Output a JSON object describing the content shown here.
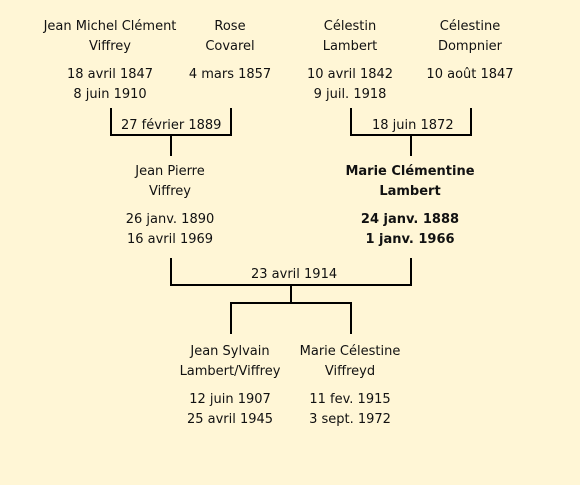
{
  "grandparents": [
    {
      "name_line1": "Jean Michel Clément",
      "name_line2": "Viffrey",
      "birth": "18 avril 1847",
      "death": "8 juin 1910"
    },
    {
      "name_line1": "Rose",
      "name_line2": "Covarel",
      "birth": "4 mars 1857",
      "death": ""
    },
    {
      "name_line1": "Célestin",
      "name_line2": "Lambert",
      "birth": "10 avril 1842",
      "death": "9 juil. 1918"
    },
    {
      "name_line1": "Célestine",
      "name_line2": "Dompnier",
      "birth": "10 août 1847",
      "death": ""
    }
  ],
  "marriages": {
    "paternal_grandparents": "27 février 1889",
    "maternal_grandparents": "18 juin 1872",
    "parents": "23 avril 1914"
  },
  "parents": [
    {
      "name_line1": "Jean Pierre",
      "name_line2": "Viffrey",
      "birth": "26 janv. 1890",
      "death": "16 avril 1969"
    },
    {
      "name_line1": "Marie Clémentine",
      "name_line2": "Lambert",
      "birth": "24 janv. 1888",
      "death": "1 janv. 1966"
    }
  ],
  "children": [
    {
      "name_line1": "Jean Sylvain",
      "name_line2": "Lambert/Viffrey",
      "birth": "12 juin 1907",
      "death": "25 avril 1945"
    },
    {
      "name_line1": "Marie Célestine",
      "name_line2": "Viffreyd",
      "birth": "11 fev. 1915",
      "death": "3 sept. 1972"
    }
  ]
}
